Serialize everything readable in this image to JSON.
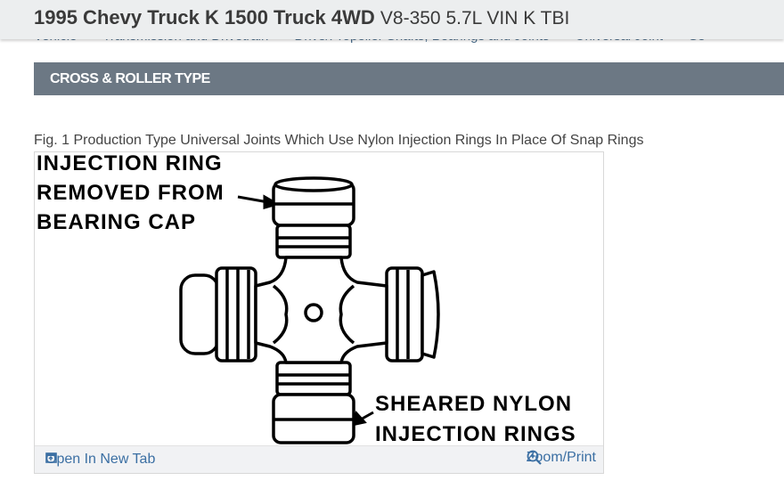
{
  "header": {
    "title_main": "1995 Chevy Truck K 1500 Truck 4WD",
    "title_sub": "V8-350 5.7L VIN K TBI"
  },
  "breadcrumb": {
    "items": [
      "Vehicle",
      ">",
      "Transmission and Drivetrain",
      ">",
      "Drive/Propeller Shafts, Bearings and Joints",
      ">",
      "Universal Joint",
      ">",
      "Se"
    ]
  },
  "section": {
    "title": "CROSS & ROLLER TYPE"
  },
  "figure": {
    "caption": "Fig. 1 Production Type Universal Joints Which Use Nylon Injection Rings In Place Of Snap Rings",
    "labels": {
      "top_line1": "INJECTION RING",
      "top_line2": "REMOVED FROM",
      "top_line3": "BEARING CAP",
      "bottom_line1": "SHEARED NYLON",
      "bottom_line2": "INJECTION RINGS"
    },
    "open_tab_label": "Open In New Tab",
    "zoom_label": "Zoom/Print",
    "icons": {
      "open_tab": "open-new-tab-icon",
      "zoom": "magnifier-plus-icon"
    }
  }
}
